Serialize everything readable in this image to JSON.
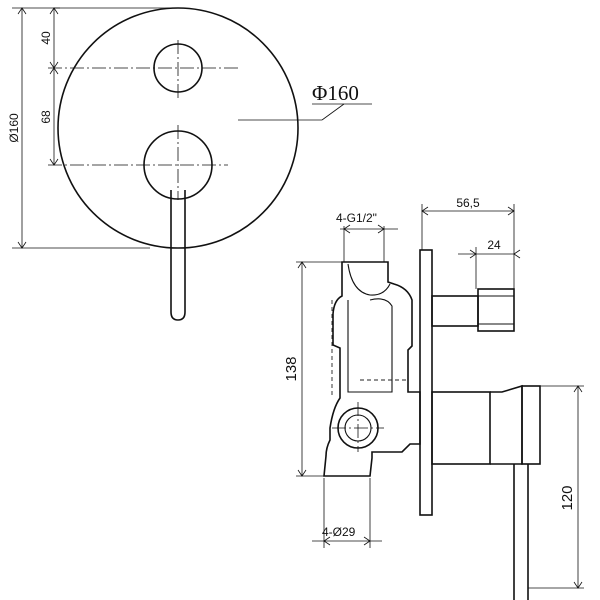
{
  "front_view": {
    "diameter_callout": "Φ160",
    "dim_top": "40",
    "dim_mid": "68",
    "dim_overall": "Ø160"
  },
  "side_view": {
    "thread_label": "4-G1/2\"",
    "depth_label": "56,5",
    "knob_label": "24",
    "height_label": "138",
    "lower_label": "120",
    "bottom_label": "4-Ø29"
  }
}
